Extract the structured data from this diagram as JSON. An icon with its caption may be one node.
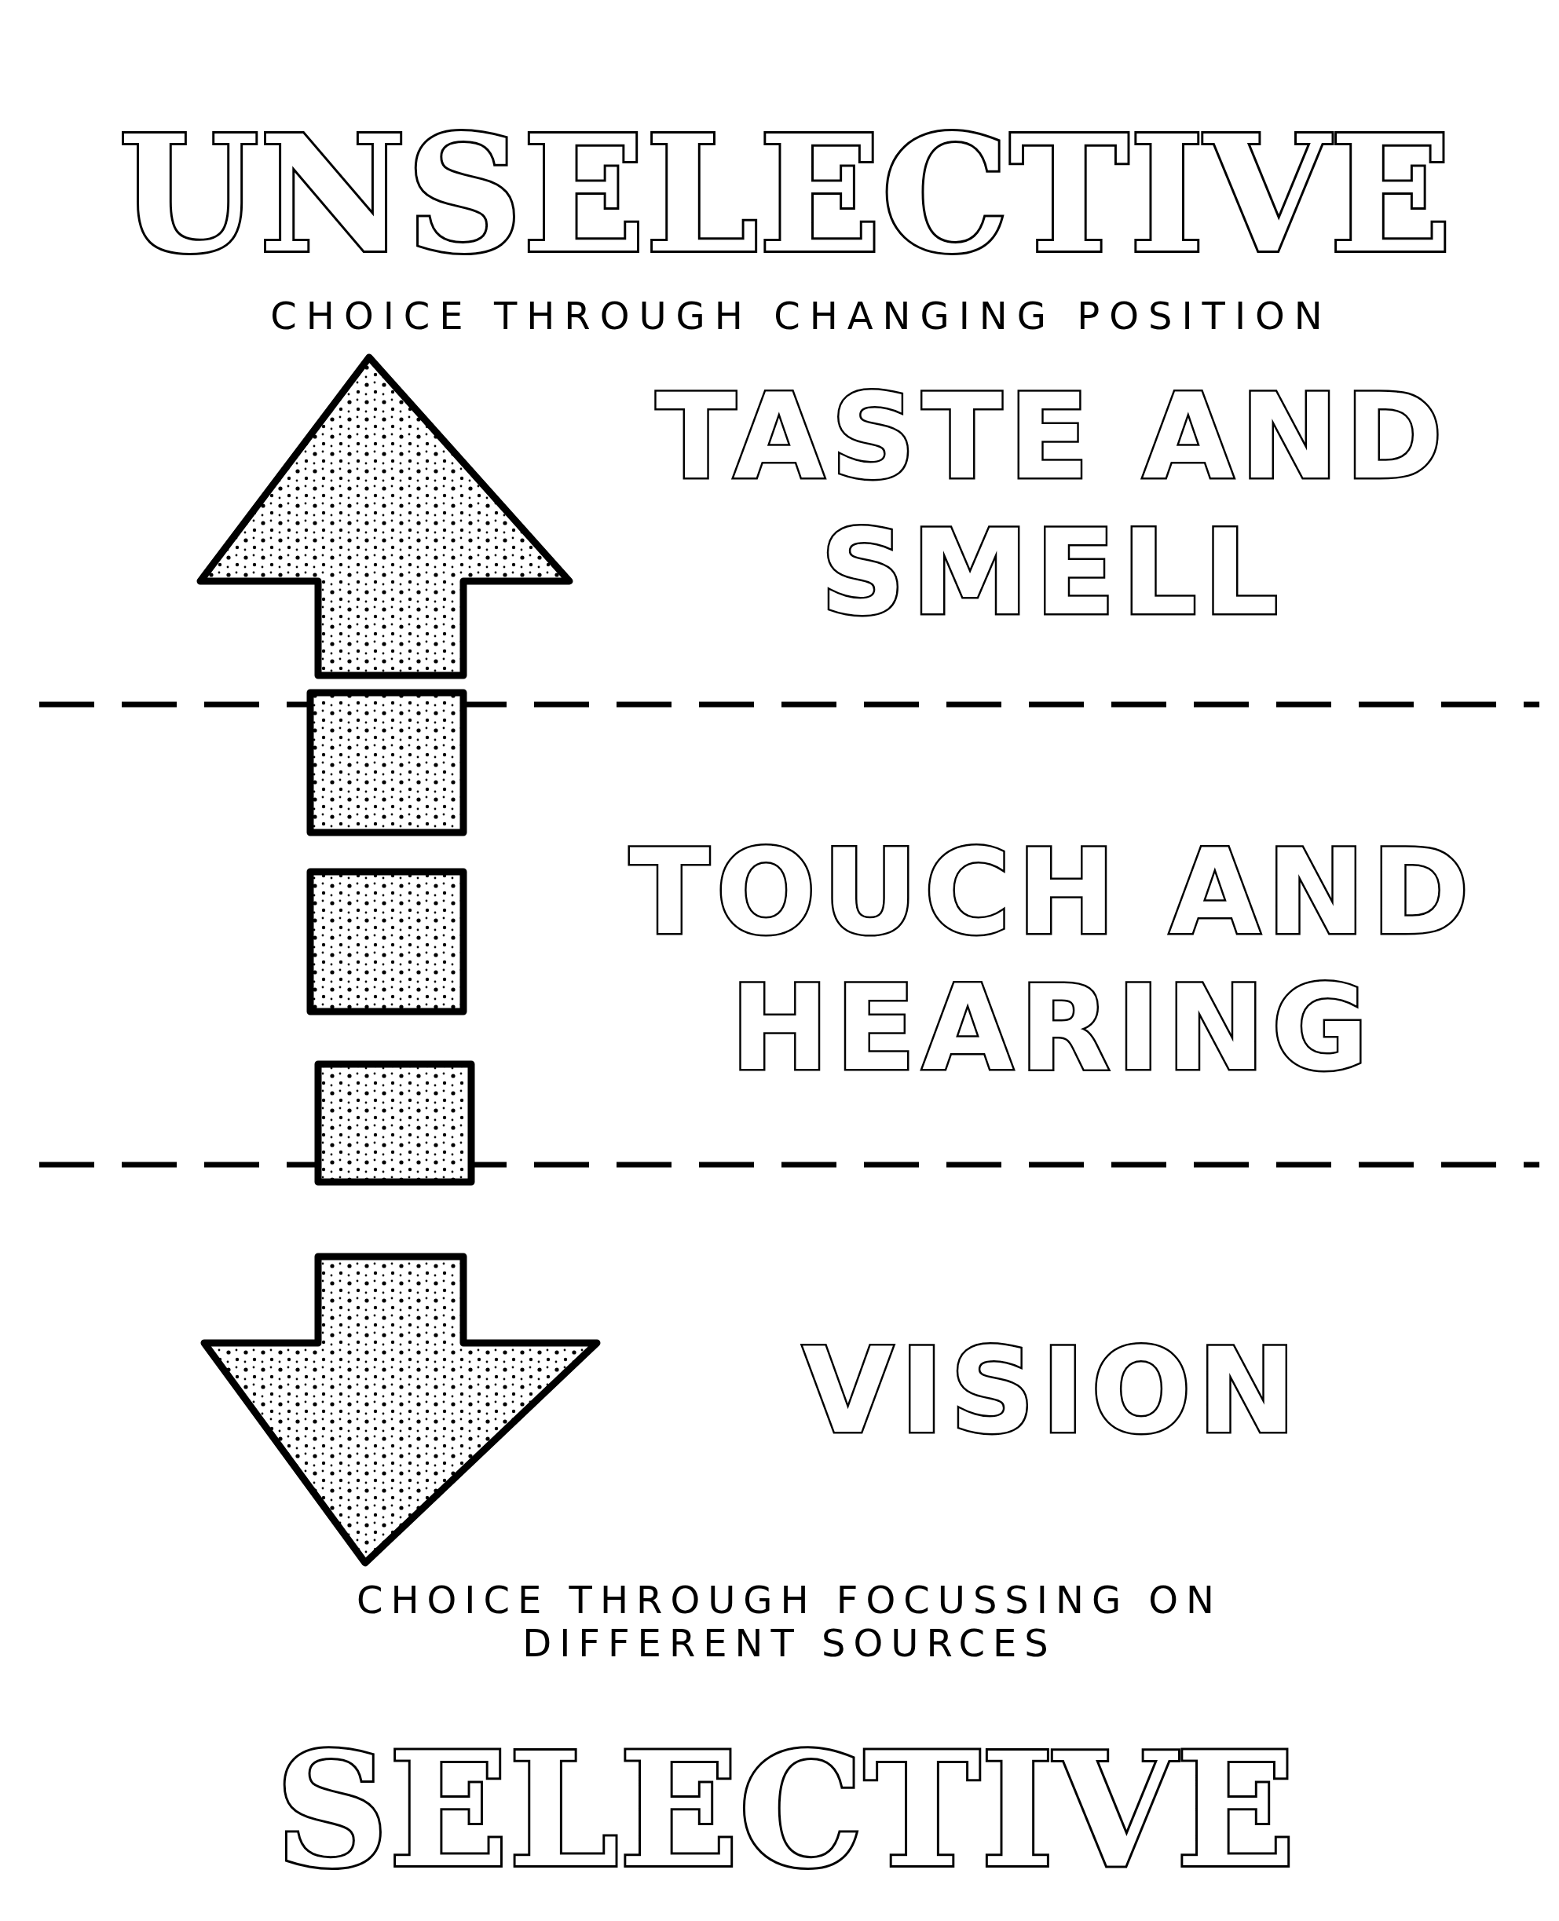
{
  "diagram": {
    "labels": [
      "UNSELECTIVE",
      "CHOICE THROUGH CHANGING POSITION",
      "TASTE AND SMELL",
      "TOUCH AND HEARING",
      "VISION",
      "CHOICE THROUGH FOCUSSING ON DIFFERENT SOURCES",
      "SELECTIVE"
    ]
  }
}
